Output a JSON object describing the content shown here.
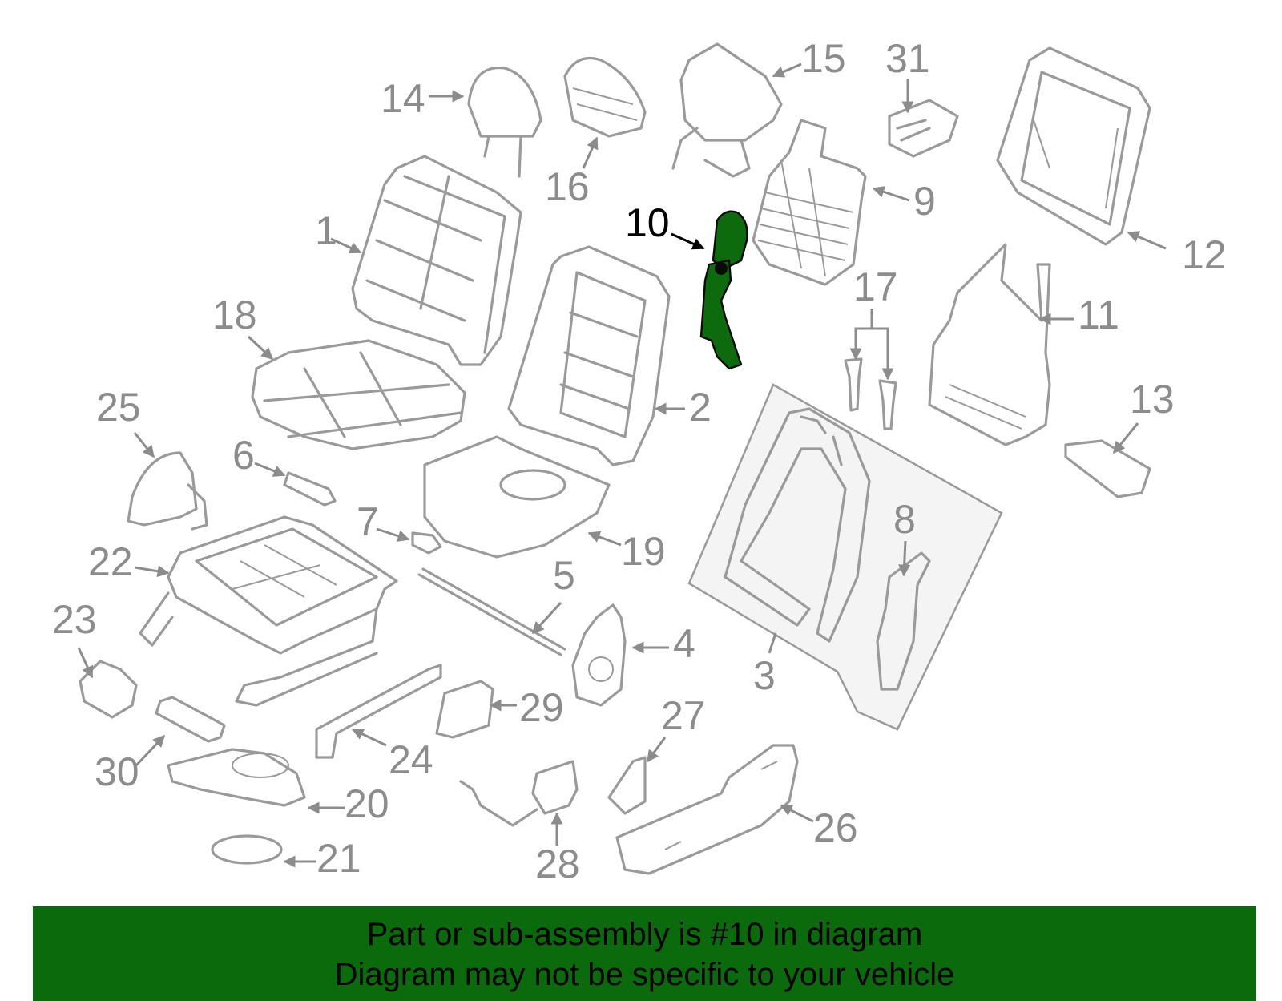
{
  "diagram": {
    "highlighted_part": "10",
    "callouts": [
      "1",
      "2",
      "3",
      "4",
      "5",
      "6",
      "7",
      "8",
      "9",
      "10",
      "11",
      "12",
      "13",
      "14",
      "15",
      "16",
      "17",
      "18",
      "19",
      "20",
      "21",
      "22",
      "23",
      "24",
      "25",
      "26",
      "27",
      "28",
      "29",
      "30",
      "31"
    ]
  },
  "banner": {
    "line1": "Part or sub-assembly is #10 in diagram",
    "line2": "Diagram may not be specific to your vehicle"
  },
  "colors": {
    "highlight": "#0d6a0d",
    "banner": "#0b6a0b",
    "part_lines": "#9a9a9a"
  }
}
